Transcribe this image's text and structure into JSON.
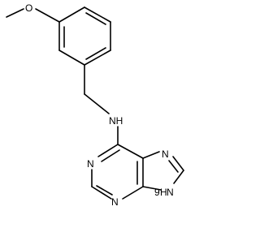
{
  "molecule": {
    "labels": {
      "methoxy_o": "O",
      "amine_nh": "NH",
      "n1": "N",
      "n3": "N",
      "n7": "N",
      "n9": "N",
      "n9_h": "H",
      "n9_number": "9"
    }
  }
}
